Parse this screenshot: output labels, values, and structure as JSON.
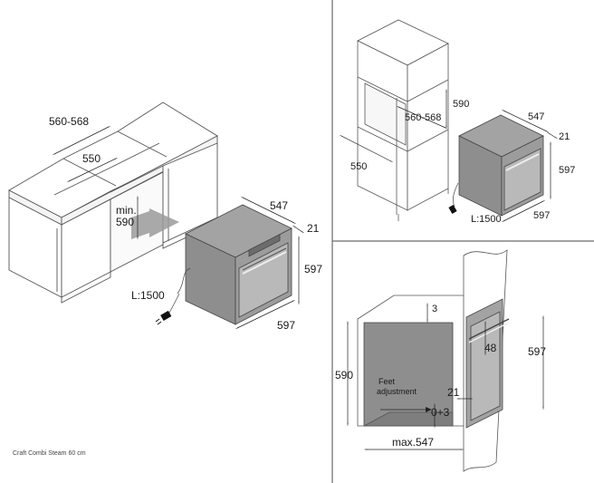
{
  "caption": "Craft Combi Steam 60 cm",
  "cabinet_view": {
    "niche_width": "560-568",
    "inner_width": "550",
    "min_label_line1": "min.",
    "min_label_line2": "590",
    "oven_depth": "547",
    "front_depth": "21",
    "oven_height": "597",
    "oven_width": "597",
    "cable": "L:1500"
  },
  "column_view": {
    "niche_height": "590",
    "niche_width": "560-568",
    "cabinet_depth": "550",
    "oven_depth": "547",
    "front_depth": "21",
    "oven_height": "597",
    "oven_width": "597",
    "cable": "L:1500"
  },
  "side_view": {
    "top_gap": "3",
    "niche_height": "590",
    "feet_line1": "Feet",
    "feet_line2": "adjustment",
    "front_depth": "21",
    "feet_range": "0+3",
    "handle_depth": "48",
    "oven_height": "597",
    "max_depth": "max.547"
  },
  "colors": {
    "line": "#555555",
    "oven_body": "#8e8e8e",
    "oven_side": "#a3a3a3",
    "oven_door": "#b9b9b9",
    "arrow": "#9a9a9a",
    "panel_divider": "#6b6b6b"
  }
}
